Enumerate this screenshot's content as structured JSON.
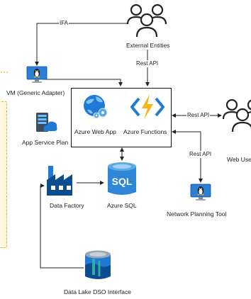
{
  "diagram": {
    "nodes": {
      "external_entities": "External Entities",
      "vm": "VM (Generic Adapter)",
      "app_service_plan": "App Service Plan",
      "azure_web_app": "Azure Web App",
      "azure_functions": "Azure Functions",
      "web_users": "Web Use",
      "data_factory": "Data Factory",
      "azure_sql": "Azure SQL",
      "network_planning_tool": "Network Planning Tool",
      "data_lake": "Data Lake DSO Interface"
    },
    "edge_labels": {
      "ifa": "IFA",
      "rest_api_top": "Rest API",
      "rest_api_right": "Rest API",
      "rest_api_bottom": "Rest API"
    }
  },
  "colors": {
    "azure_blue": "#1e7ad4",
    "azure_dark": "#0b4e8f",
    "functions_yellow": "#f5b619",
    "sql_blue": "#2d86d6",
    "teal": "#37a9a9",
    "line": "#222222",
    "dashed_accent": "#e9b21a"
  },
  "icons": [
    "users-icon",
    "linux-vm-icon",
    "app-service-plan-icon",
    "web-app-icon",
    "functions-icon",
    "data-factory-icon",
    "sql-icon",
    "data-lake-icon"
  ]
}
